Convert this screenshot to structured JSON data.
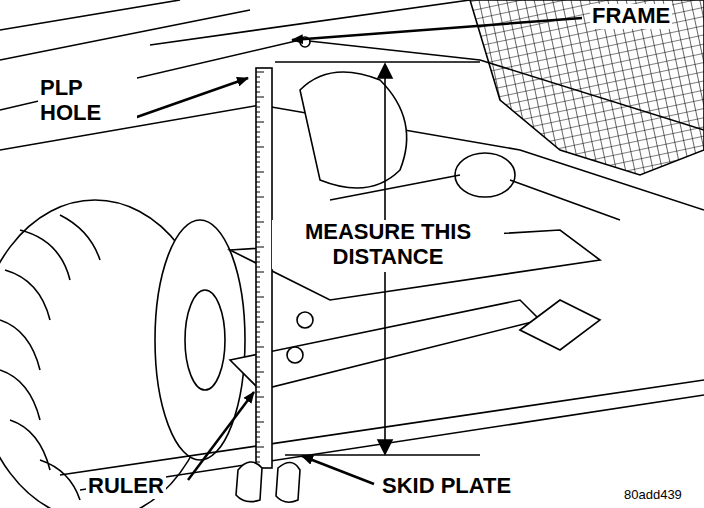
{
  "diagram": {
    "labels": [
      "FRAME",
      "PLP HOLE",
      "MEASURE THIS DISTANCE",
      "RULER",
      "SKID PLATE",
      "80add439"
    ]
  }
}
